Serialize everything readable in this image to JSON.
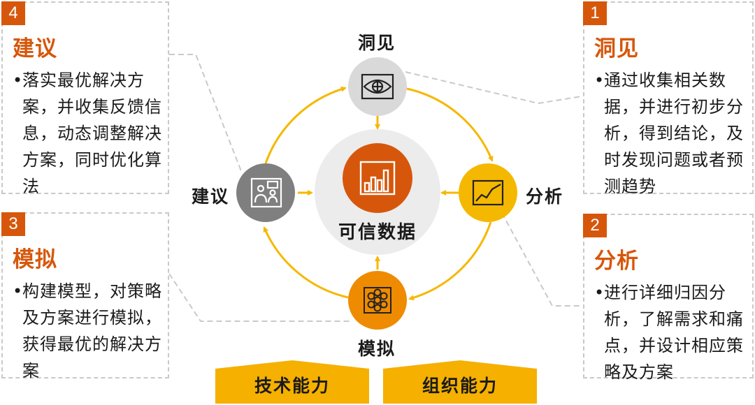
{
  "center": {
    "label": "可信数据"
  },
  "nodes": {
    "insight": {
      "label": "洞见",
      "icon": "eye-icon",
      "color": "#d9d9d9"
    },
    "analysis": {
      "label": "分析",
      "icon": "line-chart-icon",
      "color": "#f5b800"
    },
    "simulation": {
      "label": "模拟",
      "icon": "hexagon-network-icon",
      "color": "#ee8b00"
    },
    "advice": {
      "label": "建议",
      "icon": "presentation-icon",
      "color": "#7f7f7f"
    }
  },
  "cards": [
    {
      "number": "1",
      "title": "洞见",
      "bullet": "•",
      "text": "通过收集相关数据，并进行初步分析，得到结论，及时发现问题或者预测趋势"
    },
    {
      "number": "2",
      "title": "分析",
      "bullet": "•",
      "text": "进行详细归因分析，了解需求和痛点，并设计相应策略及方案"
    },
    {
      "number": "3",
      "title": "模拟",
      "bullet": "•",
      "text": "构建模型，对策略及方案进行模拟，获得最优的解决方案"
    },
    {
      "number": "4",
      "title": "建议",
      "bullet": "•",
      "text": "落实最优解决方案，并收集反馈信息，动态调整解决方案，同时优化算法"
    }
  ],
  "capabilities": [
    {
      "label": "技术能力"
    },
    {
      "label": "组织能力"
    }
  ],
  "colors": {
    "accent": "#d6570b",
    "arrow": "#f5b800",
    "center_disc": "#ececec",
    "cap_fill": "#f5b000",
    "card_border": "#c9c9c9"
  }
}
